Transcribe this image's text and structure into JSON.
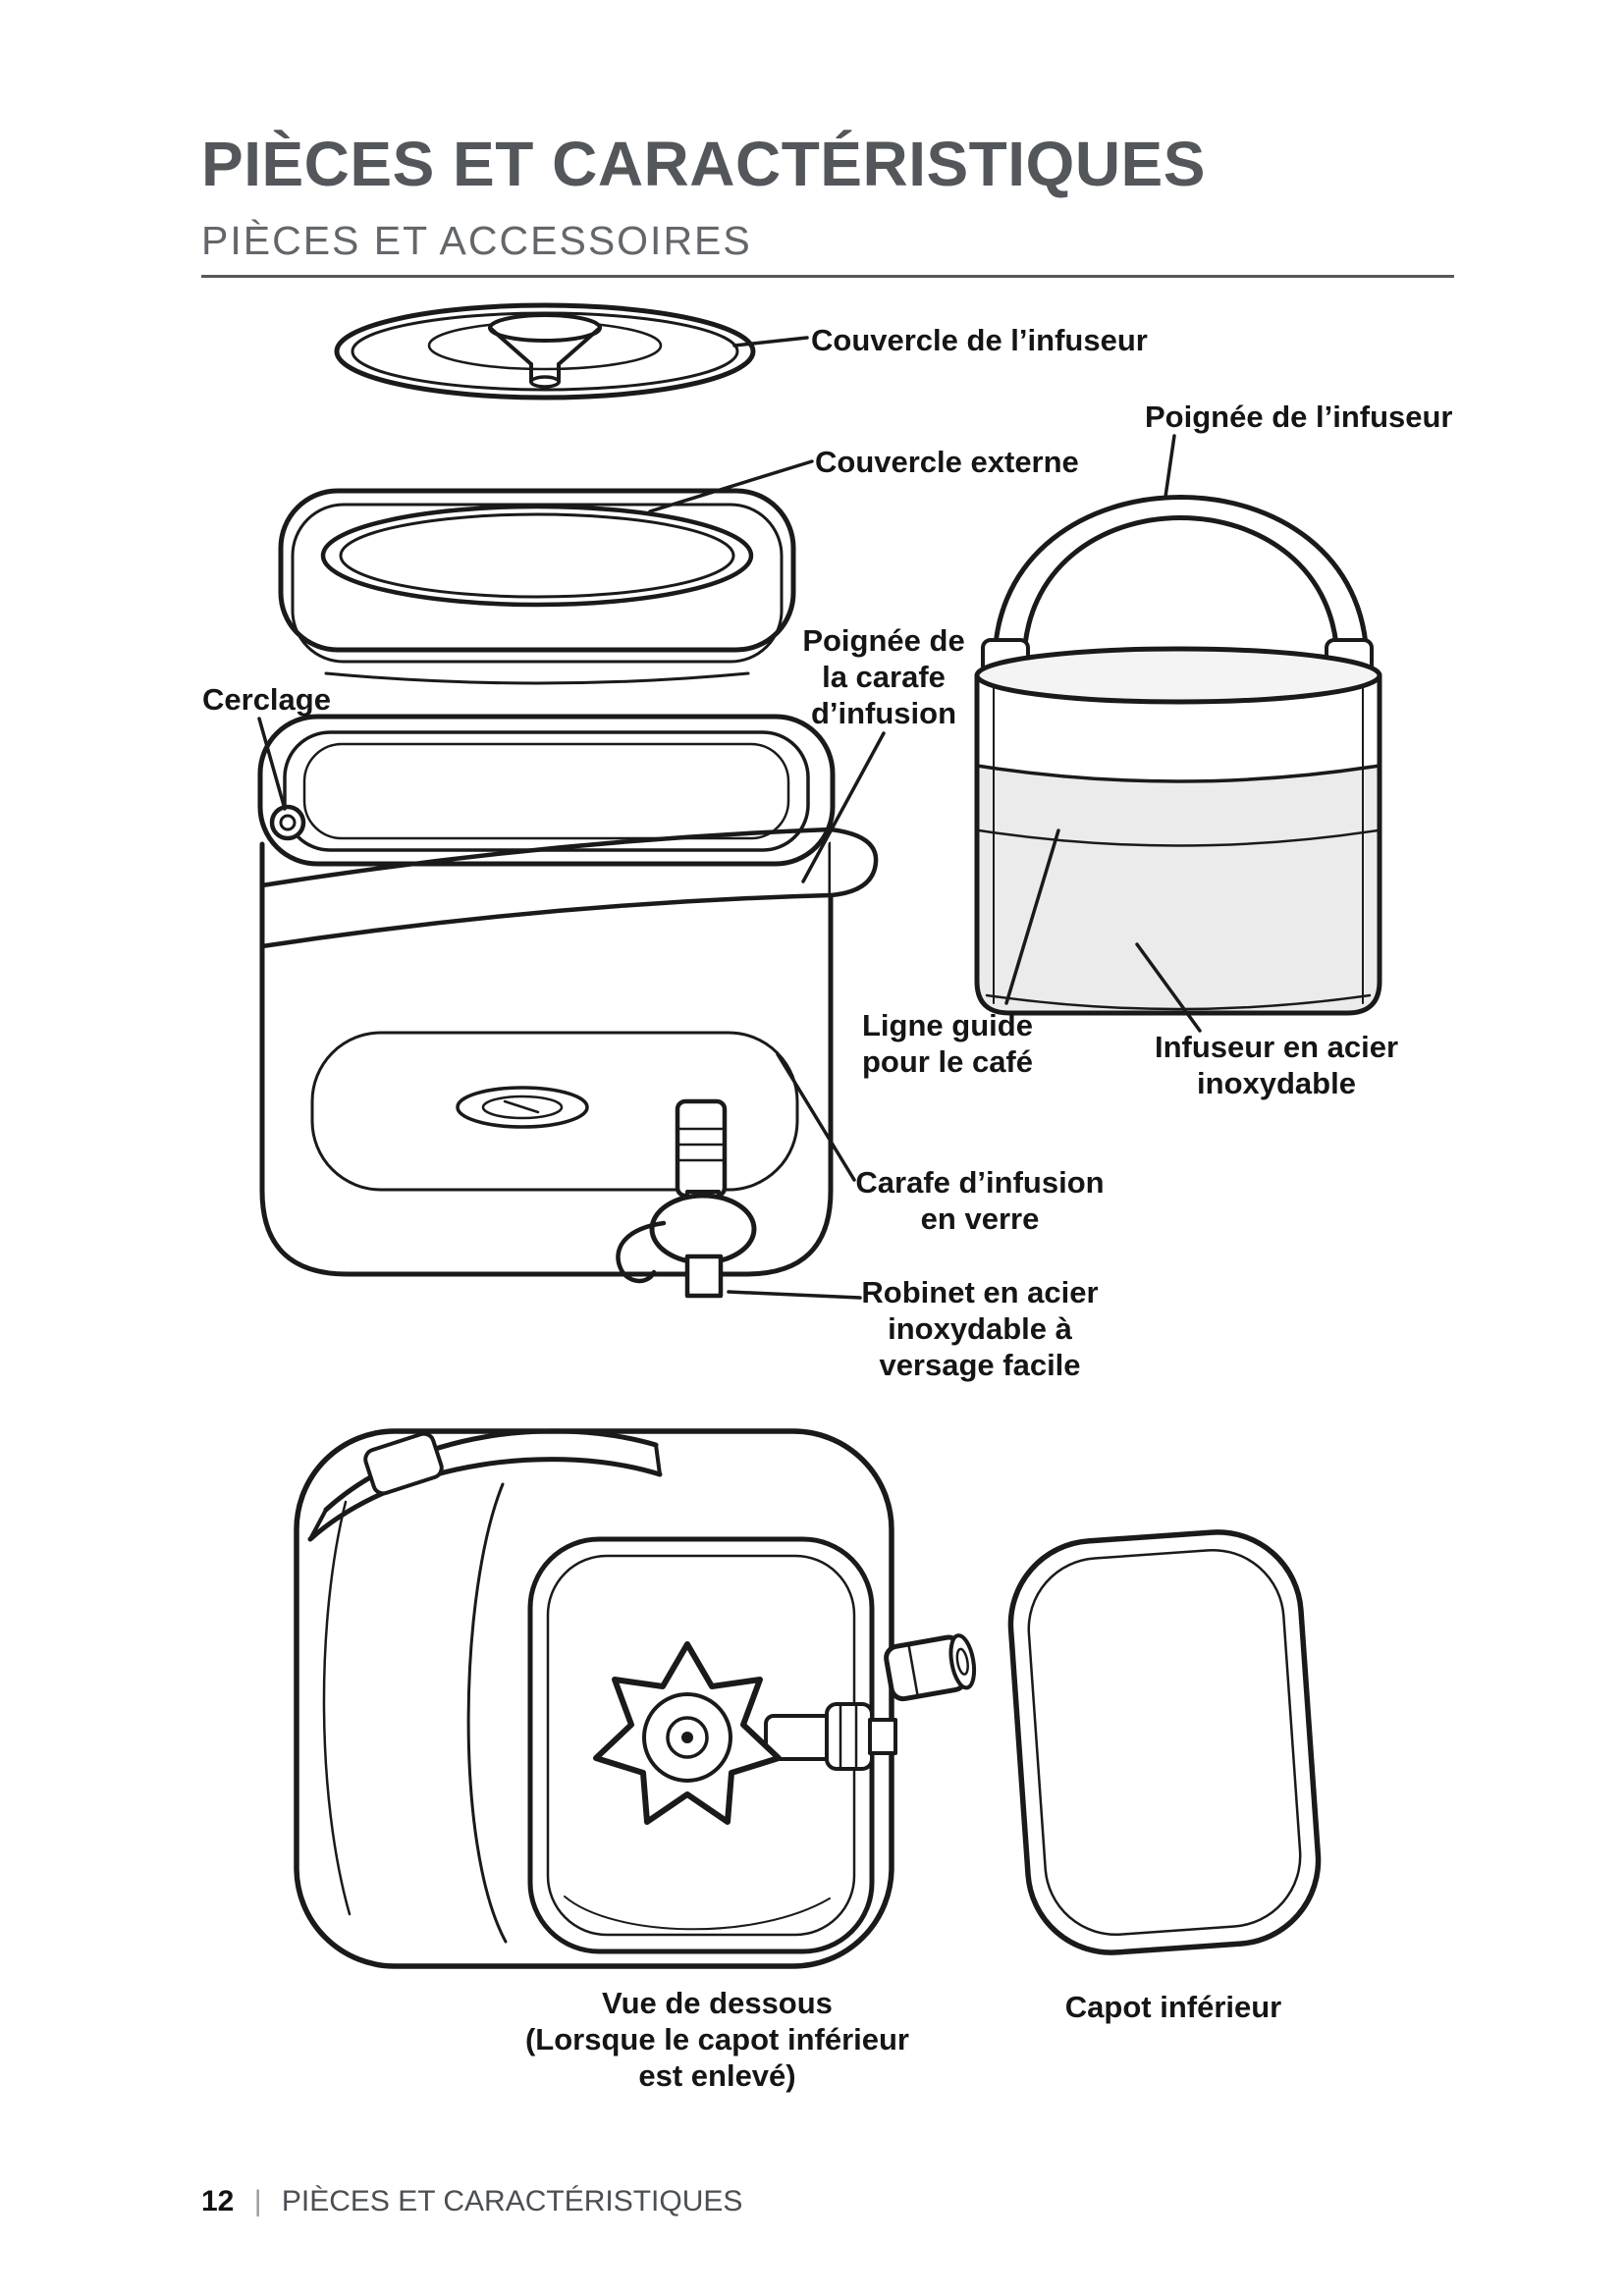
{
  "page": {
    "title": "PIÈCES ET CARACTÉRISTIQUES",
    "section_heading": "PIÈCES ET ACCESSOIRES",
    "footer": {
      "page_number": "12",
      "separator": "|",
      "text": "PIÈCES ET CARACTÉRISTIQUES"
    }
  },
  "diagram": {
    "callouts": {
      "infuser_lid": "Couvercle de l’infuseur",
      "infuser_handle": "Poignée de l’infuseur",
      "outer_lid": "Couvercle externe",
      "brew_carafe_handle": "Poignée de\nla carafe\nd’infusion",
      "band_clamp": "Cerclage",
      "coffee_guide_line": "Ligne guide\npour le café",
      "stainless_brewer": "Infuseur en acier\ninoxydable",
      "glass_brew_carafe": "Carafe d’infusion\nen verre",
      "stainless_tap": "Robinet en acier\ninoxydable à\nversage facile"
    },
    "captions": {
      "bottom_view": "Vue de dessous\n(Lorsque le capot inférieur\nest enlevé)",
      "bottom_cover": "Capot inférieur"
    }
  },
  "colors": {
    "title_text": "#53565A",
    "heading_text": "#63666A",
    "label_text": "#151515",
    "line_art": "#1A1A1A",
    "brewer_fill": "#EBEBEB"
  }
}
